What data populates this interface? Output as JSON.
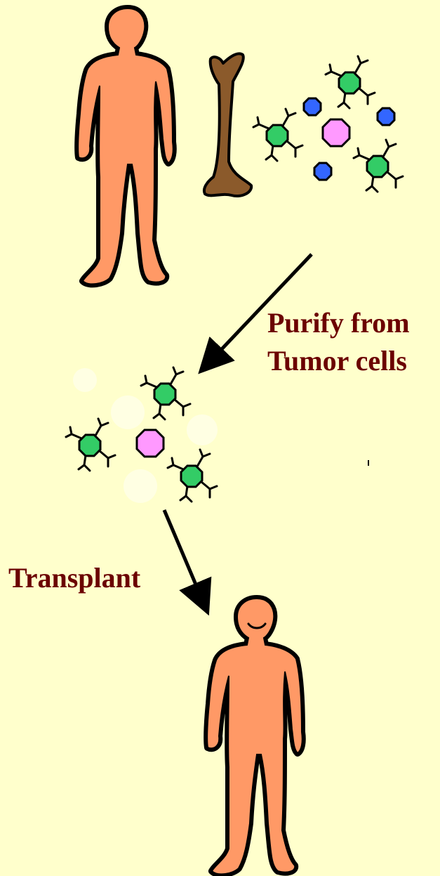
{
  "labels": {
    "purify_line1": "Purify from",
    "purify_line2": "Tumor cells",
    "transplant": "Transplant"
  },
  "colors": {
    "background": "#FFFFCC",
    "label_text": "#6B0000",
    "skin": "#FF9966",
    "bone": "#8B5A2B",
    "stem_cell": "#33CC66",
    "tumor_cell": "#FF99FF",
    "blood_cell": "#3366FF",
    "removed_cell": "#FFFFE6",
    "outline": "#000000"
  },
  "icons": {
    "donor": "person-icon",
    "bone": "bone-icon",
    "stem_cell": "stem-cell-icon",
    "tumor_cell": "tumor-cell-icon",
    "blood_cell": "blood-cell-icon",
    "recipient": "smiling-person-icon",
    "arrow": "arrow-icon"
  }
}
